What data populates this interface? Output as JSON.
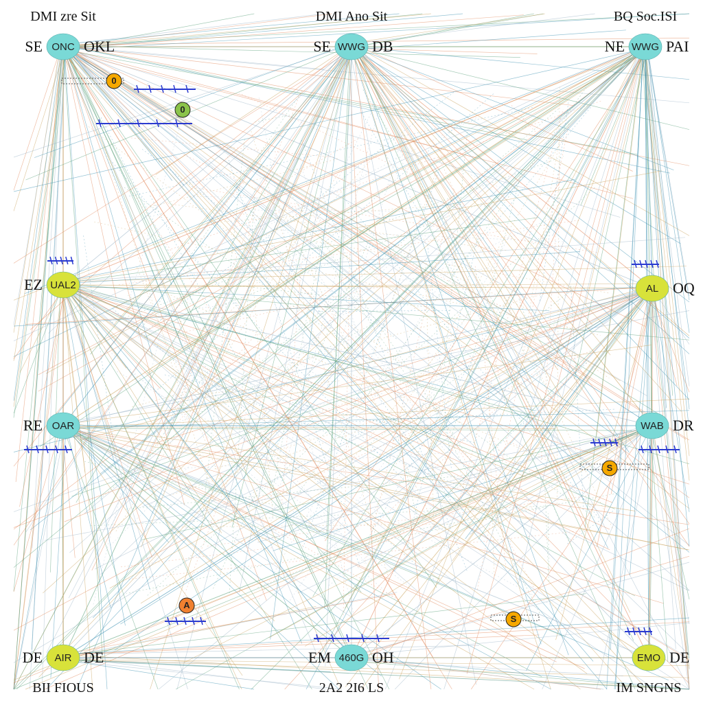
{
  "diagram": {
    "nodes": [
      {
        "id": "n-tl",
        "label": "ONC",
        "left": "SE",
        "right": "OKL",
        "top": "DMI  zre  Sit",
        "bottom": "",
        "color": "#7ad9d6"
      },
      {
        "id": "n-tc",
        "label": "WWG",
        "left": "SE",
        "right": "DB",
        "top": "DMI  Ano Sit",
        "bottom": "",
        "color": "#7ad9d6"
      },
      {
        "id": "n-tr",
        "label": "WWG",
        "left": "NE",
        "right": "PAI",
        "top": "BQ  Soc.ISI",
        "bottom": "",
        "color": "#7ad9d6"
      },
      {
        "id": "n-ml",
        "label": "UAL2",
        "left": "EZ",
        "right": "",
        "top": "",
        "bottom": "",
        "color": "#d8e23a"
      },
      {
        "id": "n-mr",
        "label": "AL",
        "left": "",
        "right": "OQ",
        "top": "",
        "bottom": "",
        "color": "#d8e23a"
      },
      {
        "id": "n-ll",
        "label": "OAR",
        "left": "RE",
        "right": "",
        "top": "",
        "bottom": "",
        "color": "#7ad9d6"
      },
      {
        "id": "n-lr",
        "label": "WAB",
        "left": "",
        "right": "DR",
        "top": "",
        "bottom": "",
        "color": "#7ad9d6"
      },
      {
        "id": "n-bl",
        "label": "AIR",
        "left": "DE",
        "right": "DE",
        "top": "",
        "bottom": "BII  FIOUS",
        "color": "#d8e23a"
      },
      {
        "id": "n-bc",
        "label": "460G",
        "left": "EM",
        "right": "OH",
        "top": "",
        "bottom": "2A2  2I6  LS",
        "color": "#7ad9d6"
      },
      {
        "id": "n-br",
        "label": "EMO",
        "left": "",
        "right": "DE",
        "top": "",
        "bottom": "IM  SNGNS",
        "color": "#d8e23a"
      }
    ],
    "markers": [
      {
        "id": "m1",
        "label": "0",
        "color": "#f5a800"
      },
      {
        "id": "m2",
        "label": "0",
        "color": "#8bc34a"
      },
      {
        "id": "m3",
        "label": "S",
        "color": "#f5a800"
      },
      {
        "id": "m4",
        "label": "A",
        "color": "#f08030"
      },
      {
        "id": "m5",
        "label": "S",
        "color": "#f5a800"
      }
    ],
    "edge_colors": [
      "#e2865a",
      "#3a8fb0",
      "#c9a15a",
      "#5aa07a",
      "#9fb7c9"
    ]
  }
}
